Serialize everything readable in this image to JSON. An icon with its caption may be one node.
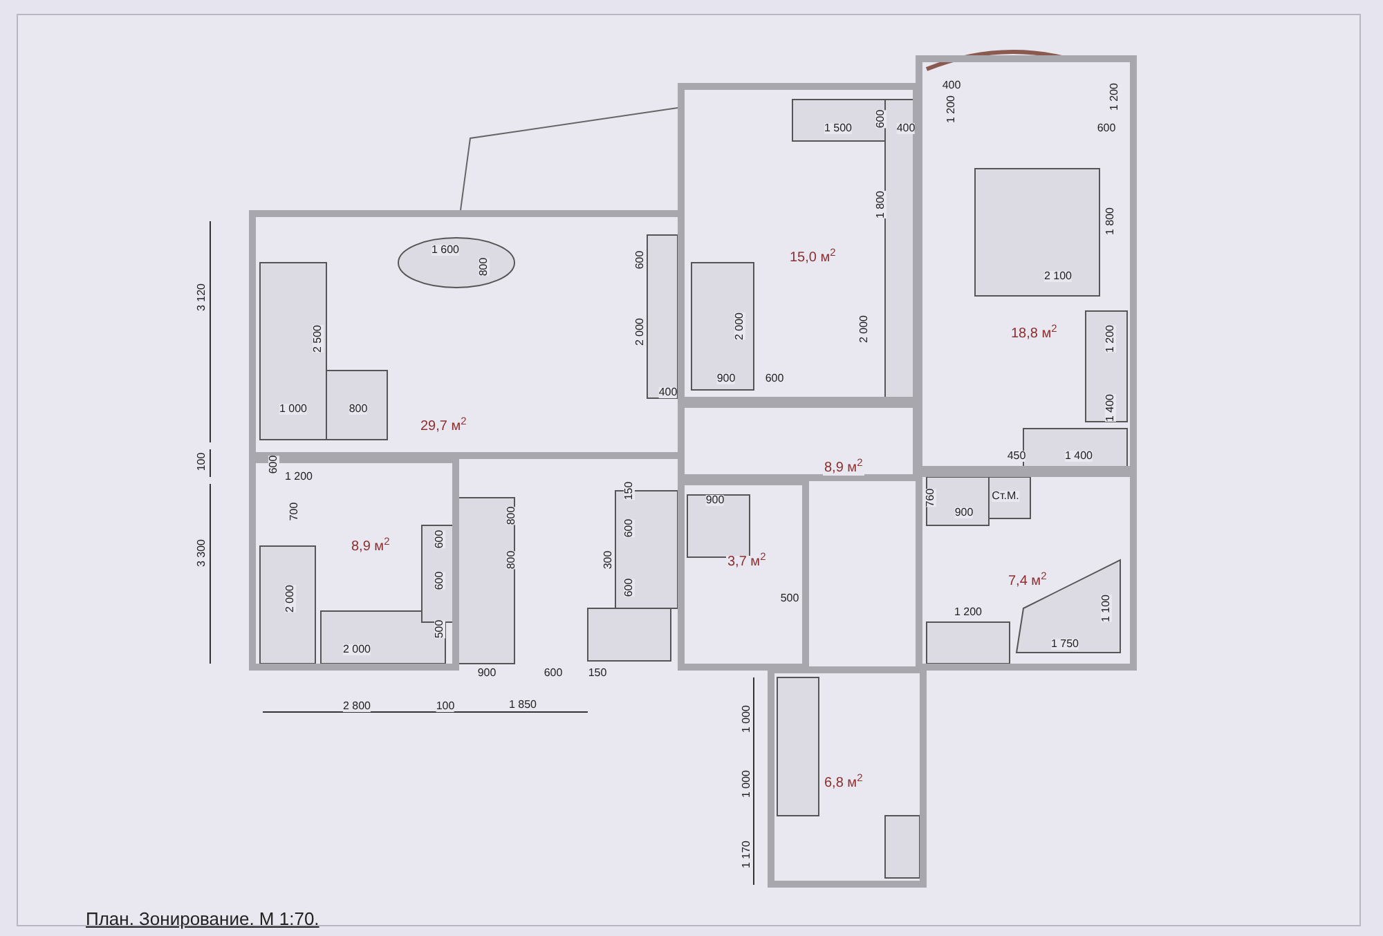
{
  "diagram": {
    "caption": "План. Зонирование. М 1:70.",
    "nodes": [
      {
        "text": [
          "29,7 м$^{2}$"
        ]
      },
      {
        "text": [
          "8,9 м$^{2}$"
        ]
      },
      {
        "text": [
          "15,0 м$^{2}$"
        ]
      },
      {
        "text": [
          "18,8 м$^{2}$"
        ]
      },
      {
        "text": [
          "8,9 м$^{2}$"
        ]
      },
      {
        "text": [
          "3,7 м$^{2}$"
        ]
      },
      {
        "text": [
          "7,4 м$^{2}$"
        ]
      },
      {
        "text": [
          "6,8 м$^{2}$"
        ]
      }
    ],
    "labels": [
      "1 600",
      "800",
      "600",
      "2 000",
      "400",
      "3 120",
      "2 500",
      "1 000",
      "800",
      "100",
      "600",
      "1 200",
      "700",
      "2 000",
      "2 000",
      "3 300",
      "600",
      "600",
      "500",
      "800",
      "800",
      "150",
      "600",
      "300",
      "600",
      "900",
      "600",
      "150",
      "2 800",
      "100",
      "1 850",
      "1 500",
      "600",
      "400",
      "1 800",
      "2 000",
      "2 000",
      "900",
      "600",
      "400",
      "1 200",
      "1 200",
      "600",
      "1 800",
      "2 100",
      "1 200",
      "1 400",
      "450",
      "1 400",
      "900",
      "500",
      "760",
      "900",
      "Ст.М.",
      "1 200",
      "1 100",
      "1 750",
      "1 000",
      "1 000",
      "1 170"
    ]
  }
}
